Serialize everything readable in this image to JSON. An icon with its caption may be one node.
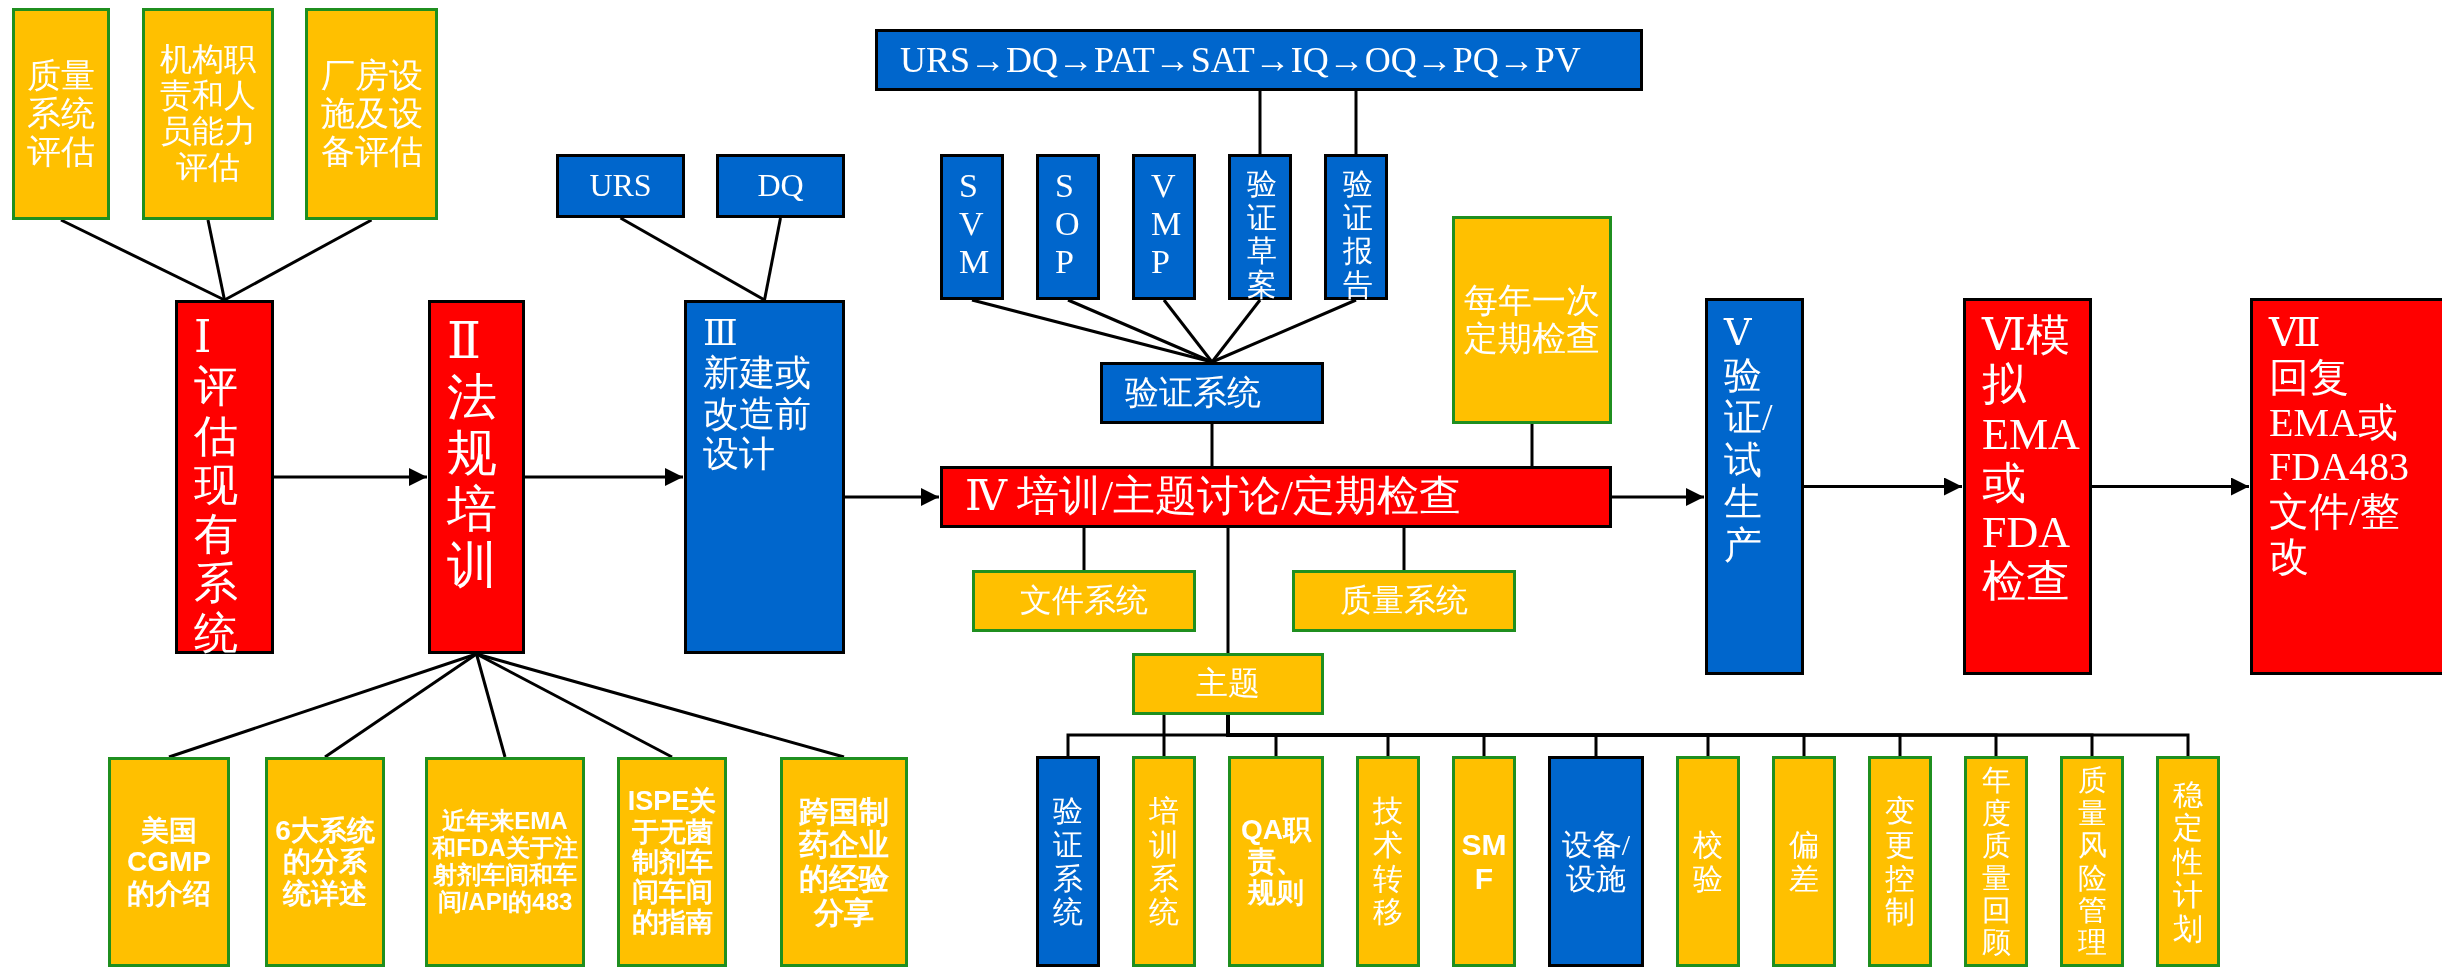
{
  "diagram": {
    "nodes": [
      {
        "text": [
          "质量系统评估"
        ]
      },
      {
        "text": [
          "机构职责和人员能力评估"
        ]
      },
      {
        "text": [
          "厂房设施及设备评估"
        ]
      },
      {
        "text": [
          "Ⅰ",
          "评估现有系统"
        ]
      },
      {
        "text": [
          "URS"
        ]
      },
      {
        "text": [
          "DQ"
        ]
      },
      {
        "text": [
          "Ⅱ",
          "法规培训"
        ]
      },
      {
        "text": [
          "Ⅲ",
          "新建或改造前设计"
        ]
      },
      {
        "text": [
          "URS→DQ→PAT→SAT→IQ→OQ→PQ→PV"
        ]
      },
      {
        "text": [
          "SVM"
        ]
      },
      {
        "text": [
          "SOP"
        ]
      },
      {
        "text": [
          "VMP"
        ]
      },
      {
        "text": [
          "验证草案"
        ]
      },
      {
        "text": [
          "验证报告"
        ]
      },
      {
        "text": [
          "每年一次定期检查"
        ]
      },
      {
        "text": [
          "验证系统"
        ]
      },
      {
        "text": [
          "Ⅳ 培训/主题讨论/定期检查"
        ]
      },
      {
        "text": [
          "Ⅴ",
          "验证/试生产"
        ]
      },
      {
        "text": [
          "Ⅵ模拟EMA或FDA检查"
        ]
      },
      {
        "text": [
          "Ⅶ",
          "回复EMA或FDA483文件/整改"
        ]
      },
      {
        "text": [
          "文件系统"
        ]
      },
      {
        "text": [
          "质量系统"
        ]
      },
      {
        "text": [
          "主题"
        ]
      },
      {
        "text": [
          "美国CGMP的介绍"
        ]
      },
      {
        "text": [
          "6大系统的分系统详述"
        ]
      },
      {
        "text": [
          "近年来EMA和FDA关于注射剂车间和车间/API的483"
        ]
      },
      {
        "text": [
          "ISPE关于无菌制剂车间车间的指南"
        ]
      },
      {
        "text": [
          "跨国制药企业的经验分享"
        ]
      },
      {
        "text": [
          "验证系统"
        ]
      },
      {
        "text": [
          "培训系统"
        ]
      },
      {
        "text": [
          "QA职责、规则"
        ]
      },
      {
        "text": [
          "技术转移"
        ]
      },
      {
        "text": [
          "SMF"
        ]
      },
      {
        "text": [
          "设备/设施"
        ]
      },
      {
        "text": [
          "校验"
        ]
      },
      {
        "text": [
          "偏差"
        ]
      },
      {
        "text": [
          "变更控制"
        ]
      },
      {
        "text": [
          "年度质量回顾"
        ]
      },
      {
        "text": [
          "质量风险管理"
        ]
      },
      {
        "text": [
          "稳定性计划"
        ]
      }
    ],
    "edges": [
      {
        "from": 0,
        "to": 3,
        "arrow": "none"
      },
      {
        "from": 1,
        "to": 3,
        "arrow": "none"
      },
      {
        "from": 2,
        "to": 3,
        "arrow": "none"
      },
      {
        "from": 3,
        "to": 6,
        "arrow": "to"
      },
      {
        "from": 6,
        "to": 7,
        "arrow": "to"
      },
      {
        "from": 4,
        "to": 7,
        "arrow": "none"
      },
      {
        "from": 5,
        "to": 7,
        "arrow": "none"
      },
      {
        "from": 7,
        "to": 16,
        "arrow": "to"
      },
      {
        "from": 8,
        "to": 12,
        "arrow": "none"
      },
      {
        "from": 8,
        "to": 13,
        "arrow": "none"
      },
      {
        "from": 9,
        "to": 15,
        "arrow": "none"
      },
      {
        "from": 10,
        "to": 15,
        "arrow": "none"
      },
      {
        "from": 11,
        "to": 15,
        "arrow": "none"
      },
      {
        "from": 12,
        "to": 15,
        "arrow": "none"
      },
      {
        "from": 13,
        "to": 15,
        "arrow": "none"
      },
      {
        "from": 15,
        "to": 16,
        "arrow": "none"
      },
      {
        "from": 14,
        "to": 16,
        "arrow": "none"
      },
      {
        "from": 16,
        "to": 17,
        "arrow": "to"
      },
      {
        "from": 17,
        "to": 18,
        "arrow": "to"
      },
      {
        "from": 18,
        "to": 19,
        "arrow": "to"
      },
      {
        "from": 16,
        "to": 20,
        "arrow": "none"
      },
      {
        "from": 16,
        "to": 21,
        "arrow": "none"
      },
      {
        "from": 16,
        "to": 22,
        "arrow": "none"
      },
      {
        "from": 6,
        "to": 23,
        "arrow": "none"
      },
      {
        "from": 6,
        "to": 24,
        "arrow": "none"
      },
      {
        "from": 6,
        "to": 25,
        "arrow": "none"
      },
      {
        "from": 6,
        "to": 26,
        "arrow": "none"
      },
      {
        "from": 6,
        "to": 27,
        "arrow": "none"
      },
      {
        "from": 22,
        "to": 28,
        "arrow": "none"
      },
      {
        "from": 22,
        "to": 29,
        "arrow": "none"
      },
      {
        "from": 22,
        "to": 30,
        "arrow": "none"
      },
      {
        "from": 22,
        "to": 31,
        "arrow": "none"
      },
      {
        "from": 22,
        "to": 32,
        "arrow": "none"
      },
      {
        "from": 22,
        "to": 33,
        "arrow": "none"
      },
      {
        "from": 22,
        "to": 34,
        "arrow": "none"
      },
      {
        "from": 22,
        "to": 35,
        "arrow": "none"
      },
      {
        "from": 22,
        "to": 36,
        "arrow": "none"
      },
      {
        "from": 22,
        "to": 37,
        "arrow": "none"
      },
      {
        "from": 22,
        "to": 38,
        "arrow": "none"
      },
      {
        "from": 22,
        "to": 39,
        "arrow": "none"
      }
    ]
  }
}
